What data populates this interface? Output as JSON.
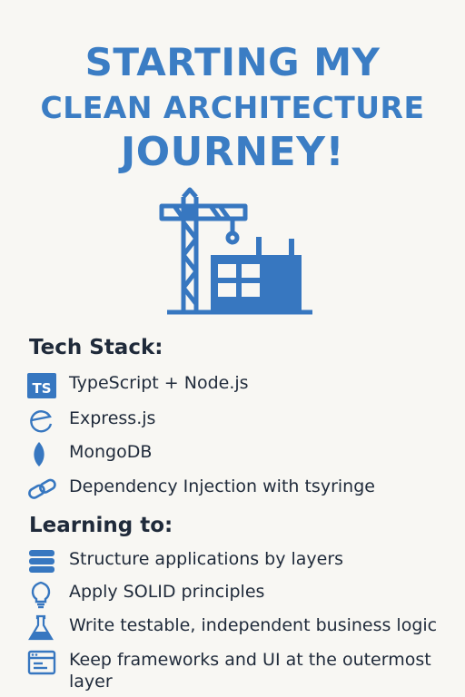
{
  "title": {
    "line1": "STARTING MY",
    "line2": "CLEAN ARCHITECTURE",
    "line3": "JOURNEY!"
  },
  "tech_stack": {
    "heading": "Tech Stack:",
    "items": [
      {
        "label": "TypeScript + Node.js",
        "icon": "typescript-icon",
        "icon_text": "TS"
      },
      {
        "label": "Express.js",
        "icon": "express-icon"
      },
      {
        "label": "MongoDB",
        "icon": "mongodb-leaf-icon"
      },
      {
        "label": "Dependency Injection with tsyringe",
        "icon": "chain-link-icon"
      }
    ]
  },
  "learning": {
    "heading": "Learning to:",
    "items": [
      {
        "label": "Structure applications by layers",
        "icon": "layers-stack-icon"
      },
      {
        "label": "Apply SOLID principles",
        "icon": "lightbulb-icon"
      },
      {
        "label": "Write testable, independent business logic",
        "icon": "flask-icon"
      },
      {
        "label": "Keep frameworks and UI at the outermost layer",
        "icon": "browser-window-icon"
      }
    ]
  },
  "colors": {
    "accent": "#3b7dc4",
    "icon_blue": "#3777c0",
    "text": "#1f2a3a",
    "background": "#f8f7f3"
  }
}
